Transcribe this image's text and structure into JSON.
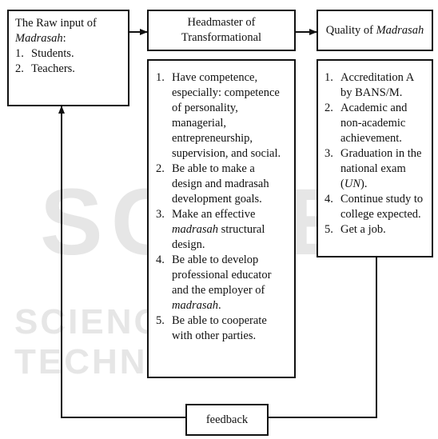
{
  "boxes": {
    "input": {
      "title_line1": "The Raw input of",
      "title_line2": "Madrasah",
      "title_line2_suffix": ":",
      "items": [
        "Students.",
        "Teachers."
      ]
    },
    "headmaster": {
      "title": "Headmaster of Transformational",
      "items": [
        [
          "Have competence, especially: competence of personality, managerial, entrepreneurship, supervision, and social."
        ],
        [
          "Be able to make a design and madrasah development goals."
        ],
        [
          "Make an effective ",
          {
            "em": "madrasah"
          },
          " structural design."
        ],
        [
          "Be able to develop professional educator and the employer of ",
          {
            "em": "madrasah"
          },
          "."
        ],
        [
          "Be able to cooperate with other parties."
        ]
      ]
    },
    "quality": {
      "title_prefix": "Quality of ",
      "title_em": "Madrasah",
      "items": [
        [
          "Accreditation A by BANS/M."
        ],
        [
          "Academic and non-academic achievement."
        ],
        [
          "Graduation in the national exam (",
          {
            "em": "UN"
          },
          ")."
        ],
        [
          "Continue study to college expected."
        ],
        [
          "Get a job."
        ]
      ]
    },
    "feedback": {
      "label": "feedback"
    }
  },
  "watermark": {
    "line1": "SCITE",
    "line2": "SCIENCE AND TECHNOLOGY"
  }
}
